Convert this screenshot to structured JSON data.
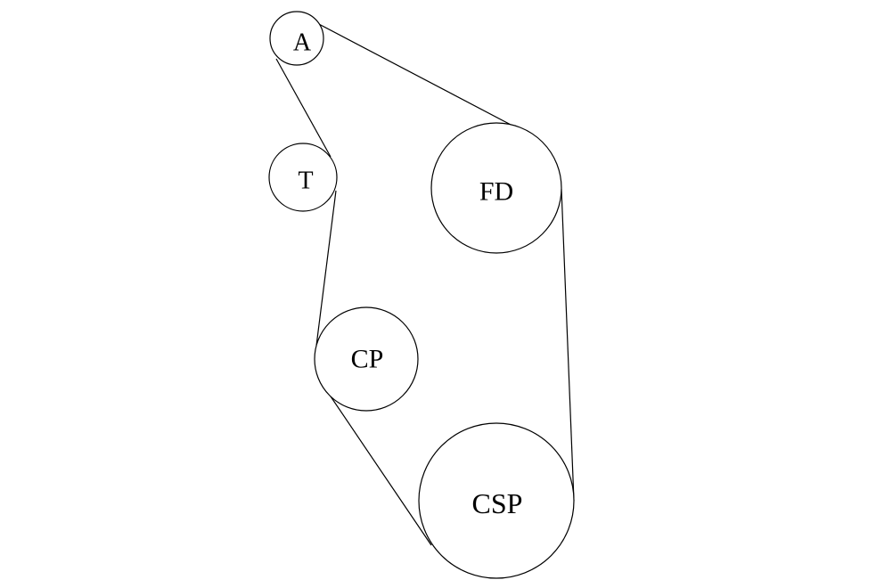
{
  "diagram": {
    "pulleys": [
      {
        "id": "A",
        "label": "A"
      },
      {
        "id": "T",
        "label": "T"
      },
      {
        "id": "FD",
        "label": "FD"
      },
      {
        "id": "CP",
        "label": "CP"
      },
      {
        "id": "CSP",
        "label": "CSP"
      }
    ]
  }
}
